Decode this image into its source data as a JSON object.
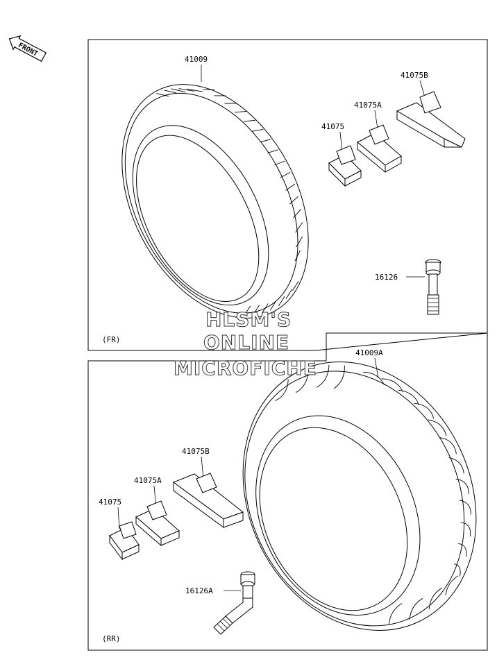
{
  "front_arrow_label": "FRONT",
  "watermark": {
    "line1": "HLSM'S",
    "line2": "ONLINE",
    "line3": "MICROFICHE"
  },
  "front_panel": {
    "tag": "(FR)",
    "tire_label": "41009",
    "weight_labels": [
      "41075B",
      "41075A",
      "41075"
    ],
    "valve_label": "16126"
  },
  "rear_panel": {
    "tag": "(RR)",
    "tire_label": "41009A",
    "weight_labels": [
      "41075B",
      "41075A",
      "41075"
    ],
    "valve_label": "16126A"
  }
}
